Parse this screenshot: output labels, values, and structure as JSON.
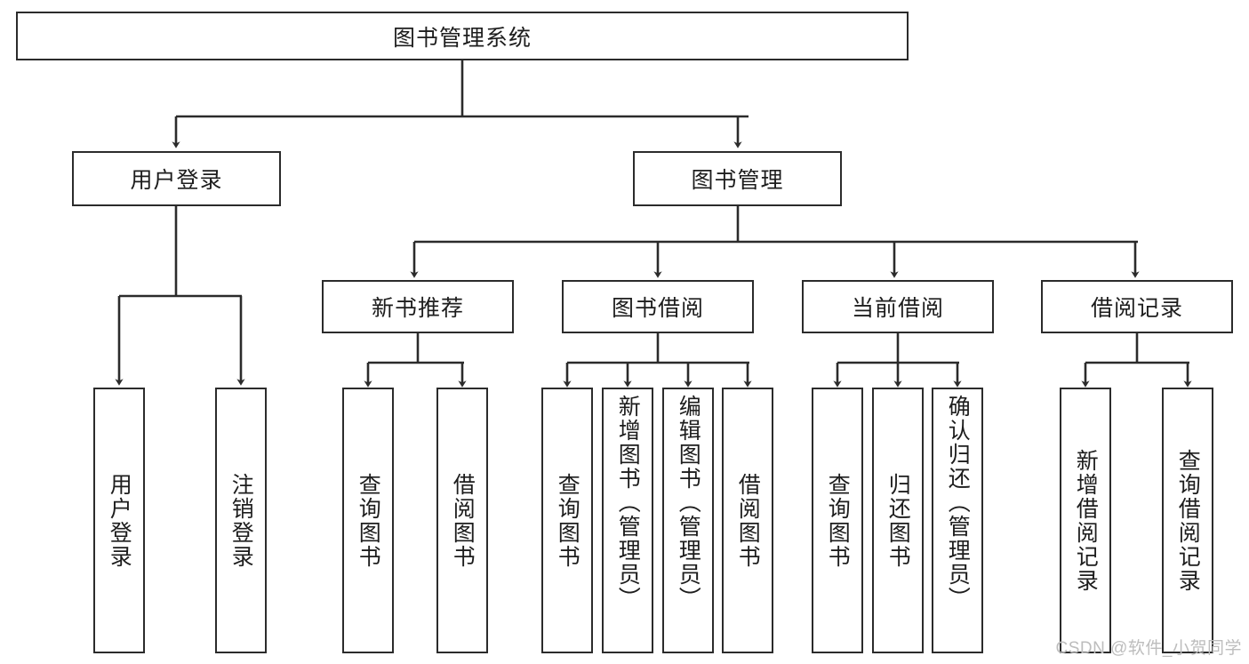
{
  "diagram": {
    "title": "图书管理系统",
    "type": "hierarchy-tree",
    "watermark": "CSDN @软件_小贺同学",
    "colors": {
      "box_border": "#2b2b2b",
      "box_fill": "#ffffff",
      "connector": "#2b2b2b",
      "text": "#1d1d1d",
      "watermark": "#bdbdbd",
      "background": "#ffffff"
    },
    "root": {
      "label": "图书管理系统"
    },
    "level2": [
      {
        "label": "用户登录"
      },
      {
        "label": "图书管理"
      }
    ],
    "level3": [
      {
        "label": "新书推荐"
      },
      {
        "label": "图书借阅"
      },
      {
        "label": "当前借阅"
      },
      {
        "label": "借阅记录"
      }
    ],
    "leaves": {
      "user_login": [
        {
          "label": "用户登录"
        },
        {
          "label": "注销登录"
        }
      ],
      "new_book_recommend": [
        {
          "label": "查询图书"
        },
        {
          "label": "借阅图书"
        }
      ],
      "book_borrow": [
        {
          "label": "查询图书"
        },
        {
          "label": "新增图书（管理员）"
        },
        {
          "label": "编辑图书（管理员）"
        },
        {
          "label": "借阅图书"
        }
      ],
      "current_borrow": [
        {
          "label": "查询图书"
        },
        {
          "label": "归还图书"
        },
        {
          "label": "确认归还（管理员）"
        }
      ],
      "borrow_record": [
        {
          "label": "新增借阅记录"
        },
        {
          "label": "查询借阅记录"
        }
      ]
    }
  }
}
